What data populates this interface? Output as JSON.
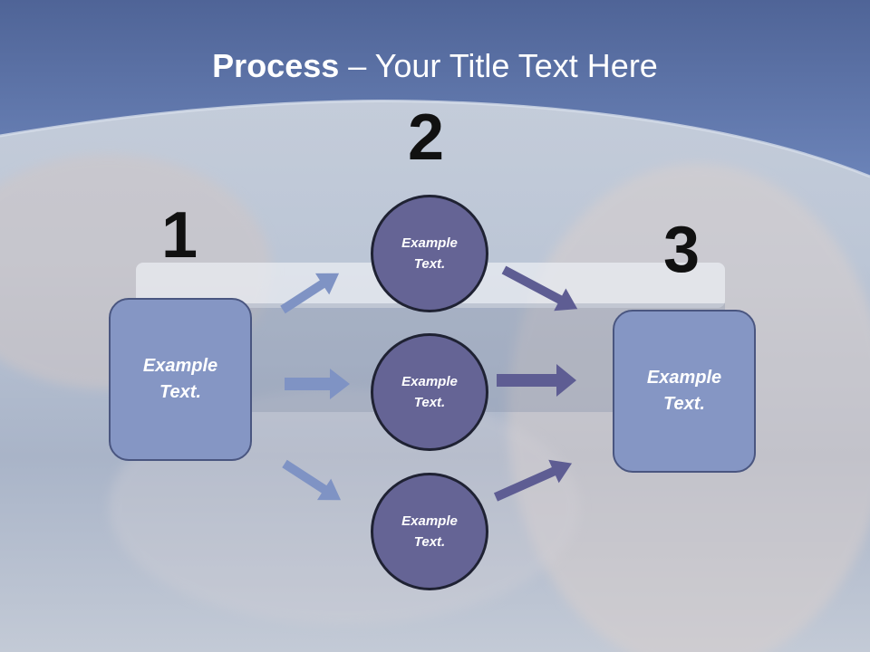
{
  "title": {
    "bold": "Process",
    "rest": " – Your Title Text Here"
  },
  "steps": [
    {
      "number": "1",
      "box_text": [
        "Example",
        "Text."
      ]
    },
    {
      "number": "2",
      "circles": [
        [
          "Example",
          "Text."
        ],
        [
          "Example",
          "Text."
        ],
        [
          "Example",
          "Text."
        ]
      ]
    },
    {
      "number": "3",
      "box_text": [
        "Example",
        "Text."
      ]
    }
  ],
  "colors": {
    "header": "#5b74aa",
    "box_fill": "#8596c4",
    "circle_fill": "#656495",
    "light_arrow": "#7f93c4",
    "dark_arrow": "#5e5d93"
  }
}
